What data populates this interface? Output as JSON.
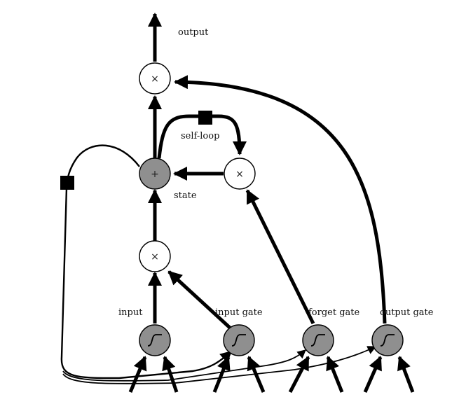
{
  "labels": {
    "output": "output",
    "self_loop": "self-loop",
    "state": "state",
    "input": "input",
    "input_gate": "input gate",
    "forget_gate": "forget gate",
    "output_gate": "output gate"
  },
  "operators": {
    "multiply": "×",
    "add": "+"
  },
  "colors": {
    "line": "#000000",
    "gray_node": "#8f8f8f",
    "white_node": "#ffffff"
  },
  "icons": {
    "unit_activation": "sigmoid-icon",
    "delay": "delay-square-icon"
  }
}
